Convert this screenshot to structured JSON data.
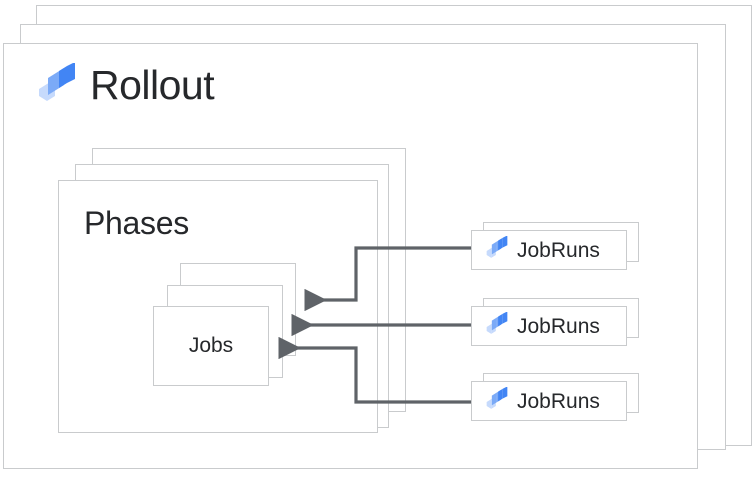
{
  "diagram": {
    "title": "Rollout",
    "icon": "rollout-stack-icon",
    "accent_colors": {
      "icon_light": "#c6dafc",
      "icon_mid": "#7baaf7",
      "icon_dark": "#4285f4"
    },
    "card_border_color": "#c9cbcd",
    "text_color": "#26282b",
    "arrow_color": "#5f6368"
  },
  "rollout": {
    "label": "Rollout",
    "stack_count": 3
  },
  "phases": {
    "label": "Phases",
    "stack_count": 3
  },
  "jobs": {
    "label": "Jobs",
    "stack_count": 3
  },
  "jobruns": [
    {
      "label": "JobRuns",
      "icon": "rollout-stack-icon"
    },
    {
      "label": "JobRuns",
      "icon": "rollout-stack-icon"
    },
    {
      "label": "JobRuns",
      "icon": "rollout-stack-icon"
    }
  ],
  "connectors": [
    {
      "name": "jobruns-1-to-jobs",
      "from": "jobruns-1",
      "to": "jobs-back",
      "direction": "left"
    },
    {
      "name": "jobruns-2-to-jobs",
      "from": "jobruns-2",
      "to": "jobs-mid",
      "direction": "left"
    },
    {
      "name": "jobruns-3-to-jobs",
      "from": "jobruns-3",
      "to": "jobs-front",
      "direction": "left"
    }
  ]
}
